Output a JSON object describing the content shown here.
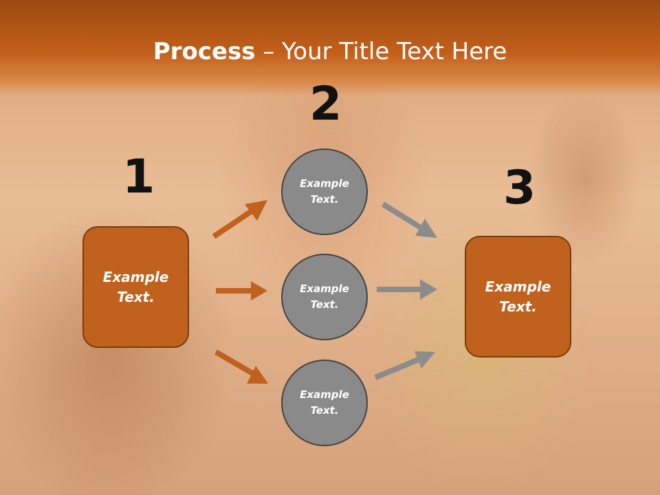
{
  "title": {
    "bold": "Process",
    "rest": " – Your Title Text Here"
  },
  "numbers": [
    "1",
    "2",
    "3"
  ],
  "left_box": {
    "text": "Example\nText."
  },
  "circles": [
    {
      "text": "Example\nText."
    },
    {
      "text": "Example\nText."
    },
    {
      "text": "Example\nText."
    }
  ],
  "right_box": {
    "text": "Example\nText."
  },
  "colors": {
    "accent": "#c0611e",
    "circle": "#8a8a8a",
    "arrow_left": "#c0611e",
    "arrow_right": "#8c8c8c"
  }
}
